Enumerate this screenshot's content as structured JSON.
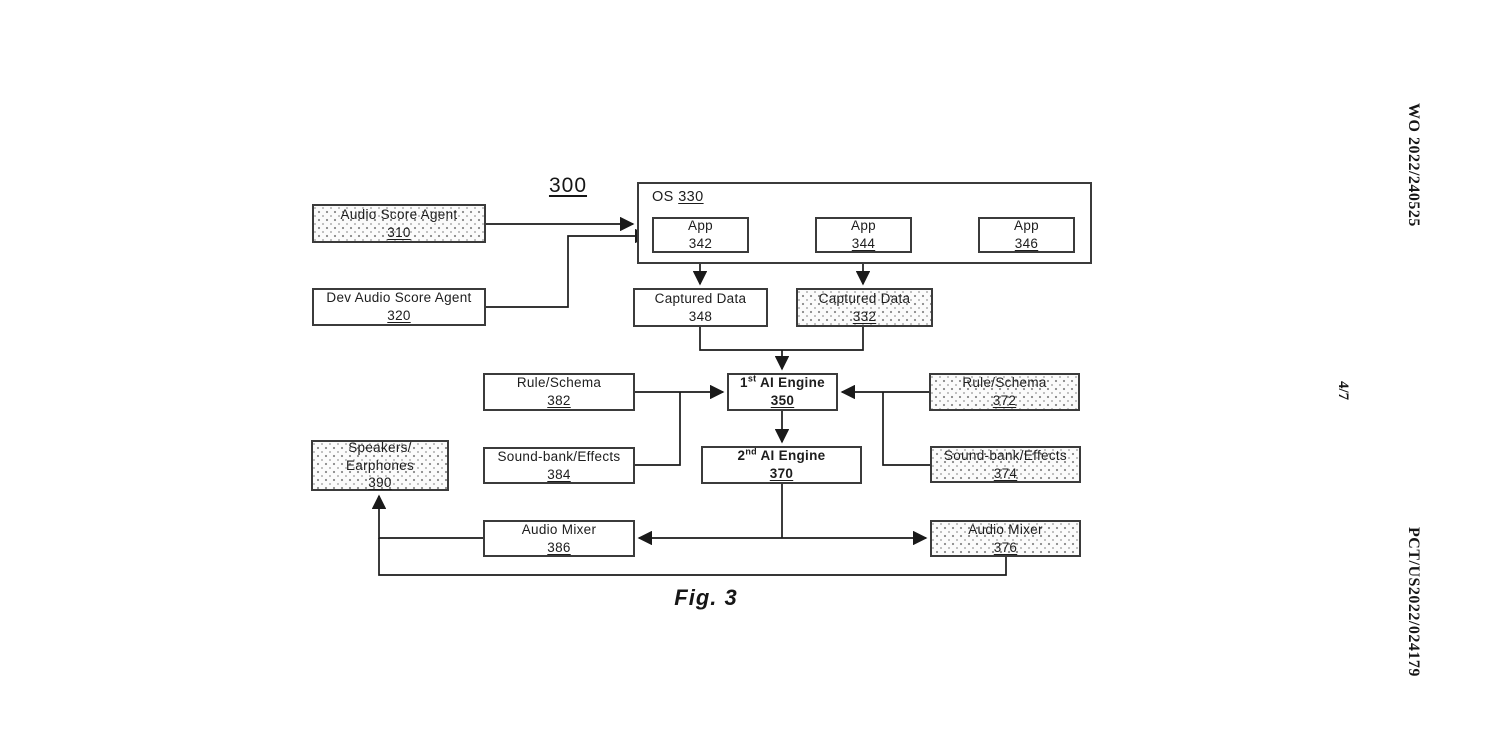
{
  "page": {
    "diagram_label": "300",
    "figure_caption": "Fig. 3",
    "publication_number_vertical": "WO 2022/240525",
    "page_number_vertical": "4/7",
    "application_number_vertical": "PCT/US2022/024179"
  },
  "colors": {
    "line": "#1a1a1a",
    "box_border": "#3b3b3b",
    "stipple_dot": "#8f8f8f",
    "background": "#ffffff"
  },
  "boxes": {
    "audio_score_agent": {
      "line1": "Audio Score Agent",
      "ref": "310"
    },
    "dev_audio_score_agent": {
      "line1": "Dev Audio Score Agent",
      "ref": "320"
    },
    "os": {
      "label": "OS",
      "ref": "330"
    },
    "app_342": {
      "line1": "App",
      "ref": "342"
    },
    "app_344": {
      "line1": "App",
      "ref": "344"
    },
    "app_346": {
      "line1": "App",
      "ref": "346"
    },
    "captured_data_348": {
      "line1": "Captured Data",
      "ref": "348"
    },
    "captured_data_332": {
      "line1": "Captured Data",
      "ref": "332"
    },
    "rule_schema_382": {
      "line1": "Rule/Schema",
      "ref": "382"
    },
    "first_ai_engine": {
      "num": "1",
      "sup": "st",
      "rest": " AI Engine",
      "ref": "350"
    },
    "rule_schema_372": {
      "line1": "Rule/Schema",
      "ref": "372"
    },
    "sound_bank_effects_384": {
      "line1": "Sound-bank/Effects",
      "ref": "384"
    },
    "second_ai_engine": {
      "num": "2",
      "sup": "nd",
      "rest": " AI Engine",
      "ref": "370"
    },
    "sound_bank_effects_374": {
      "line1": "Sound-bank/Effects",
      "ref": "374"
    },
    "speakers_earphones": {
      "line1": "Speakers/",
      "line2": "Earphones",
      "ref": "390"
    },
    "audio_mixer_386": {
      "line1": "Audio Mixer",
      "ref": "386"
    },
    "audio_mixer_376": {
      "line1": "Audio Mixer",
      "ref": "376"
    }
  }
}
